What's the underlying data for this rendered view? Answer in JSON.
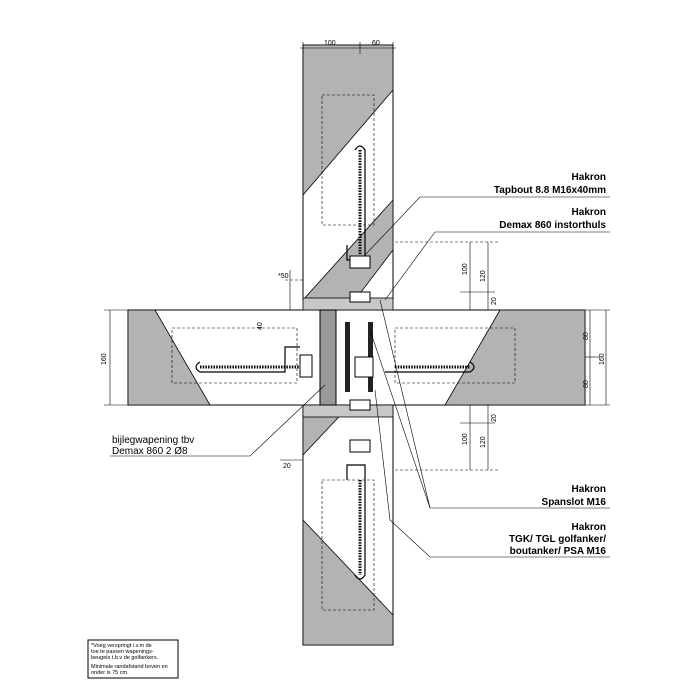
{
  "dimensions": {
    "top_a": "100",
    "top_b": "60",
    "star50": "*50",
    "left40": "40",
    "rt_100": "100",
    "rt_120": "120",
    "rt_20": "20",
    "rb_20": "20",
    "rb_120": "120",
    "rb_100": "100",
    "r_80a": "80",
    "r_80b": "80",
    "r_160": "160",
    "l_160": "160",
    "b_20": "20"
  },
  "labels": {
    "tapbout": {
      "l1": "Hakron",
      "l2": "Tapbout 8.8 M16x40mm"
    },
    "demax": {
      "l1": "Hakron",
      "l2": "Demax 860 instorthuls"
    },
    "spanslot": {
      "l1": "Hakron",
      "l2": "Spanslot M16"
    },
    "golfanker": {
      "l1": "Hakron",
      "l2": "TGK/ TGL golfanker/",
      "l3": "boutanker/ PSA M16"
    },
    "bijleg": {
      "l1": "bijlegwapening tbv",
      "l2": "Demax 860 2 Ø8"
    }
  },
  "note": {
    "l1": "*Voeg verspringt i.v.m de",
    "l2": "toe te passen wapenings-",
    "l3": "beugels t.b.v de golfankers.",
    "l4": "Minimale randafstand boven en",
    "l5": "onder is 75 cm."
  }
}
